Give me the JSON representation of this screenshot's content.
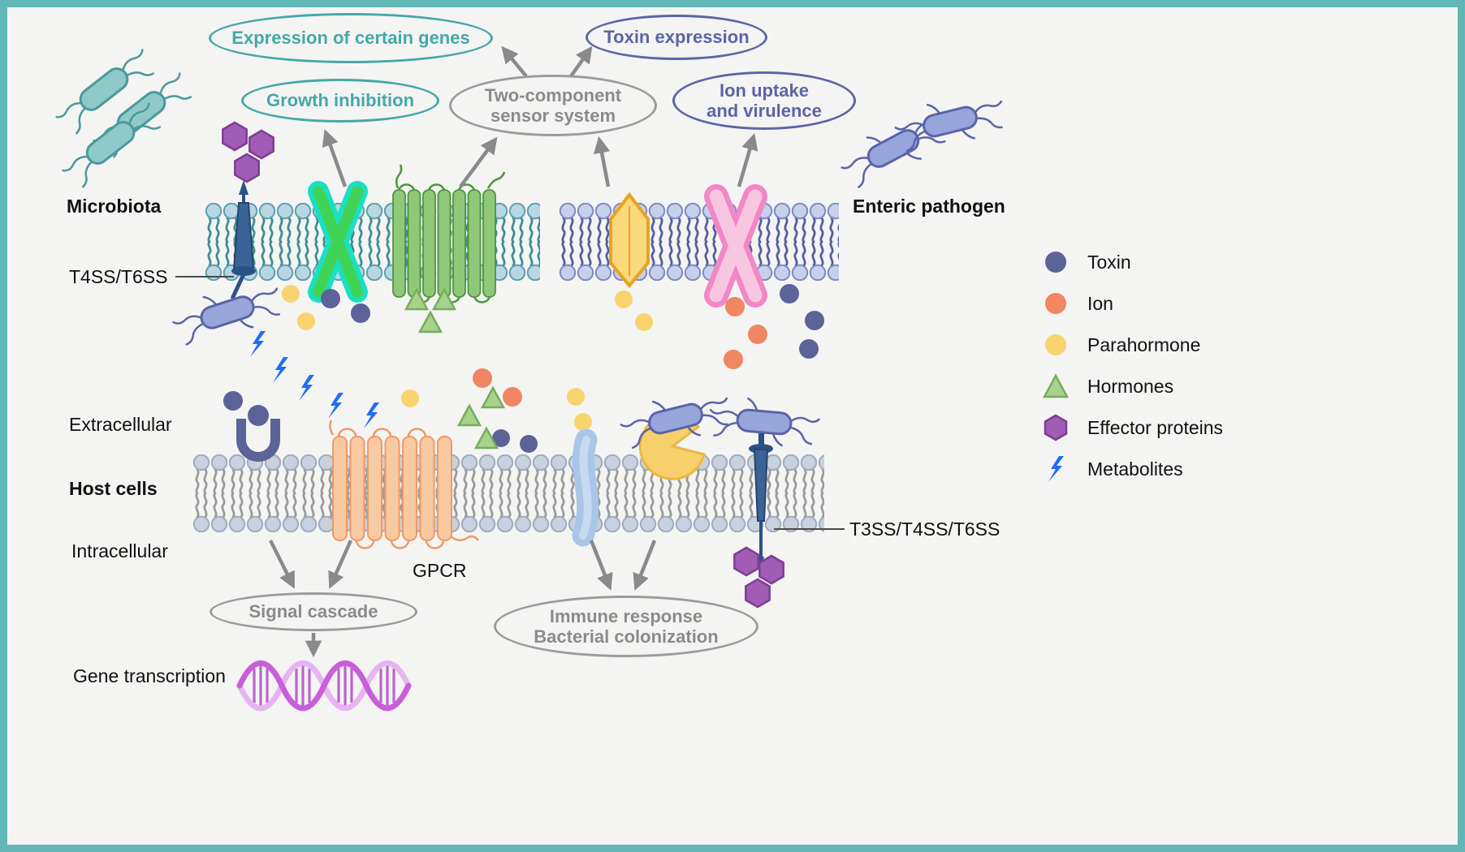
{
  "labels": {
    "microbiota": "Microbiota",
    "enteric_pathogen": "Enteric pathogen",
    "t4ss_t6ss": "T4SS/T6SS",
    "extracellular": "Extracellular",
    "host_cells": "Host cells",
    "intracellular": "Intracellular",
    "gpcr": "GPCR",
    "t3ss_t4ss_t6ss": "T3SS/T4SS/T6SS",
    "gene_transcription": "Gene transcription"
  },
  "bubbles": {
    "expression_genes": "Expression of certain genes",
    "growth_inhibition": "Growth inhibition",
    "two_component": {
      "line1": "Two-component",
      "line2": "sensor system"
    },
    "toxin_expression": "Toxin expression",
    "ion_uptake": {
      "line1": "Ion uptake",
      "line2": "and virulence"
    },
    "signal_cascade": "Signal cascade",
    "immune_response": {
      "line1": "Immune response",
      "line2": "Bacterial colonization"
    }
  },
  "legend": {
    "items": [
      {
        "label": "Toxin",
        "icon": "toxin-circle-icon",
        "color": "#5c6399"
      },
      {
        "label": "Ion",
        "icon": "ion-circle-icon",
        "color": "#f08662"
      },
      {
        "label": "Parahormone",
        "icon": "parahormone-circle-icon",
        "color": "#f8d36e"
      },
      {
        "label": "Hormones",
        "icon": "hormones-triangle-icon",
        "color": "#a6d28c"
      },
      {
        "label": "Effector proteins",
        "icon": "effector-proteins-hexagon-icon",
        "color": "#a15cb5"
      },
      {
        "label": "Metabolites",
        "icon": "metabolites-bolt-icon",
        "color": "#1e6ef5"
      }
    ]
  },
  "colors": {
    "frame": "#62b6b6",
    "background": "#f4f4f3",
    "teal_accent": "#45a8a8",
    "indigo_accent": "#5c64a8",
    "gray_accent": "#8b8b8b",
    "arrow_gray": "#8a8a8a",
    "microbiota_membrane_tail": "#3d8f8f",
    "pathogen_membrane_tail": "#575d9f",
    "host_membrane_tail": "#9a9a9a"
  }
}
